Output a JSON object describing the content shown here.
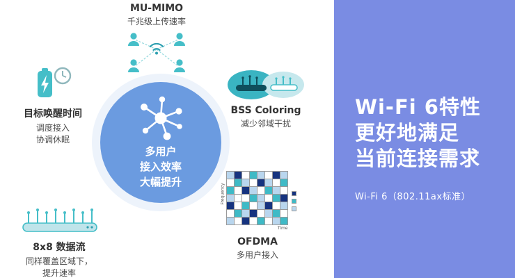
{
  "colors": {
    "panel_bg": "#7a8ce3",
    "circle_bg": "#6b9be0",
    "teal": "#45bec8",
    "teal_dark": "#0f5764",
    "teal_light": "#bfe4ea",
    "text_dark": "#333333"
  },
  "right_panel": {
    "title_lines": [
      "Wi-Fi 6特性",
      "更好地满足",
      "当前连接需求"
    ],
    "subtitle": "Wi-Fi 6（802.11ax标准）"
  },
  "center_circle": {
    "lines": [
      "多用户",
      "接入效率",
      "大幅提升"
    ]
  },
  "features": {
    "mu_mimo": {
      "title": "MU-MIMO",
      "desc": "千兆级上传速率"
    },
    "twt": {
      "title": "目标唤醒时间",
      "desc1": "调度接入",
      "desc2": "协调休眠"
    },
    "bss": {
      "title": "BSS Coloring",
      "desc": "减少邻域干扰"
    },
    "streams": {
      "title": "8x8 数据流",
      "desc1": "同样覆盖区域下，",
      "desc2": "提升速率"
    },
    "ofdma": {
      "title": "OFDMA",
      "desc": "多用户接入",
      "axis_y": "Frequency",
      "axis_x": "Time",
      "palette": [
        "#ffffff",
        "#b9d6ee",
        "#3fbac6",
        "#16337f"
      ],
      "grid": [
        [
          1,
          3,
          0,
          2,
          1,
          0,
          3,
          1
        ],
        [
          0,
          2,
          1,
          0,
          3,
          1,
          0,
          2
        ],
        [
          2,
          0,
          3,
          1,
          0,
          2,
          1,
          0
        ],
        [
          1,
          0,
          0,
          2,
          1,
          0,
          2,
          3
        ],
        [
          3,
          0,
          2,
          0,
          1,
          3,
          0,
          1
        ],
        [
          0,
          2,
          1,
          3,
          0,
          1,
          2,
          0
        ],
        [
          1,
          0,
          3,
          0,
          2,
          0,
          1,
          2
        ]
      ]
    }
  }
}
